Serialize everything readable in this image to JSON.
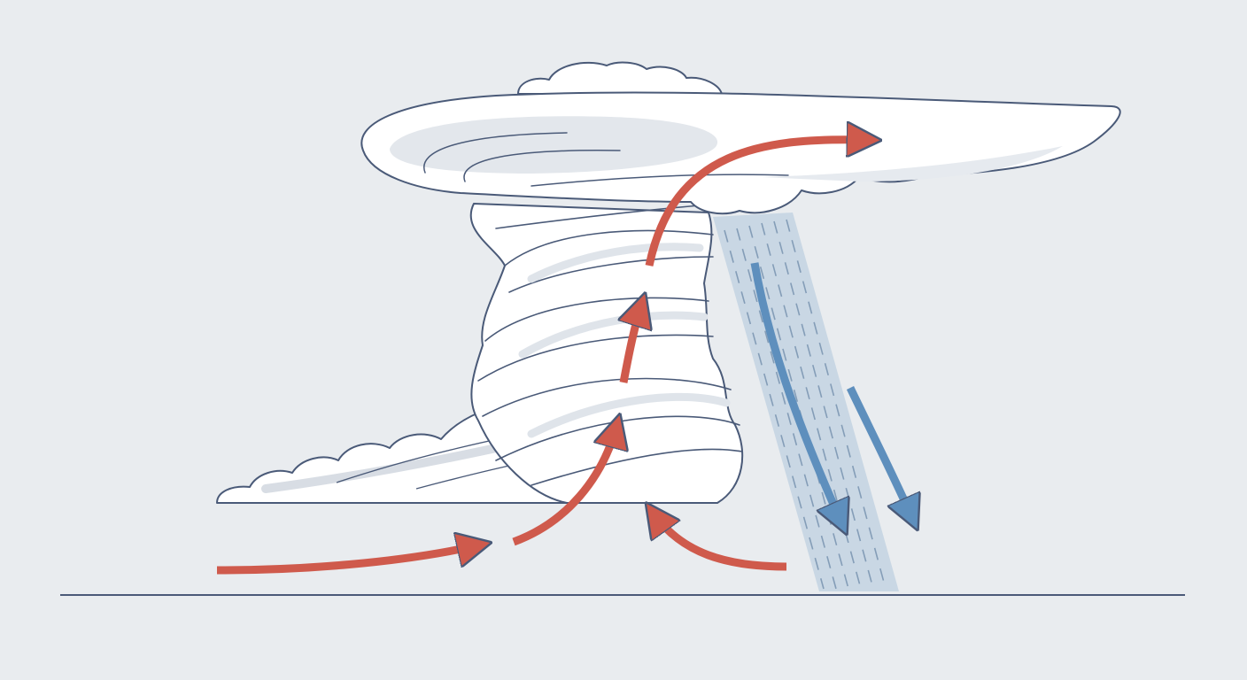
{
  "diagram": {
    "kind": "supercell-thunderstorm",
    "labels": [],
    "colors": {
      "background": "#e9ecef",
      "cloud_fill": "#ffffff",
      "cloud_shade": "#e3e7ec",
      "outline": "#4a5a78",
      "updraft": "#cf5a4c",
      "downdraft": "#5e8fbd",
      "rain_shaft": "#b9cbdc",
      "rain_streak": "#7d97b3",
      "ground": "#4a5a78"
    },
    "components": [
      {
        "name": "anvil",
        "icon": "anvil-cloud-icon"
      },
      {
        "name": "overshooting-top",
        "icon": "cloud-top-icon"
      },
      {
        "name": "rotating-updraft-tower",
        "icon": "spiral-cloud-icon"
      },
      {
        "name": "inflow-tail",
        "icon": "inflow-cloud-icon"
      },
      {
        "name": "rain-shaft",
        "icon": "rain-icon"
      },
      {
        "name": "ground-line",
        "icon": "ground-icon"
      }
    ],
    "arrows": {
      "warm_inflow": 5,
      "cold_downdraft": 2
    }
  }
}
